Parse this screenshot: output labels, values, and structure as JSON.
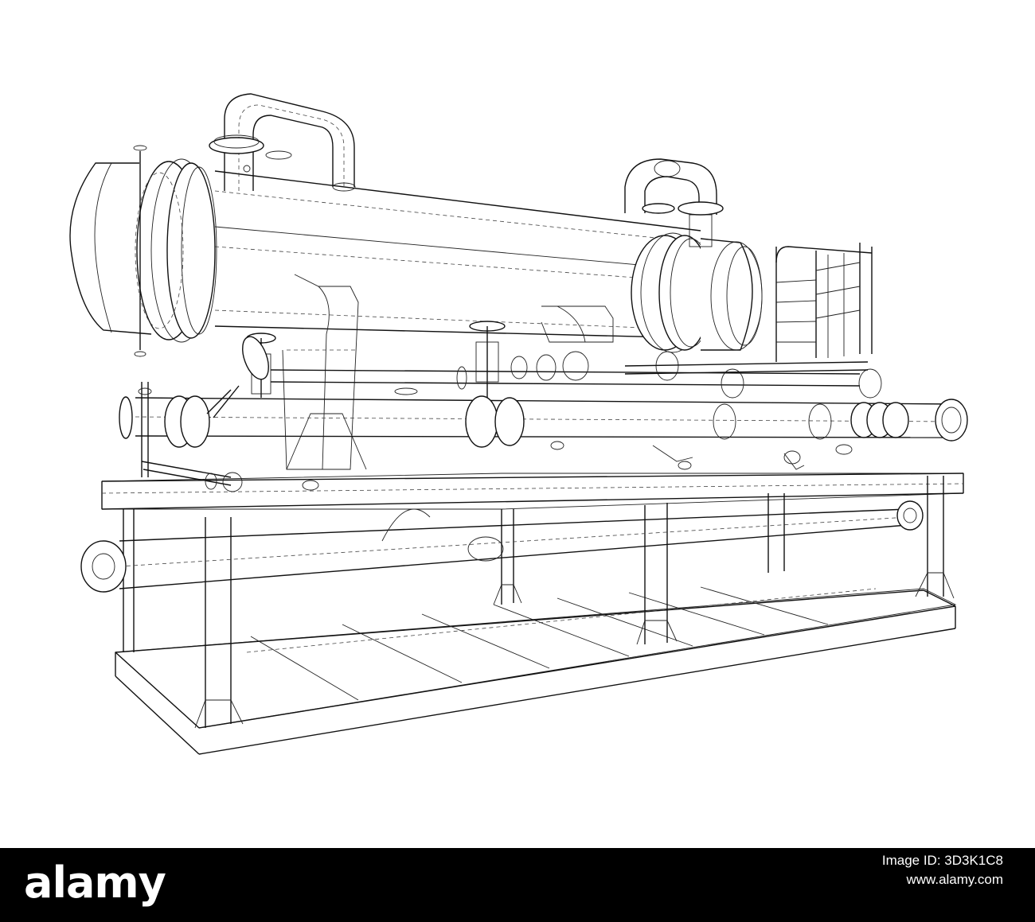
{
  "image": {
    "subject": "heat-exchanger-skid-wireframe",
    "line_color": "#111111",
    "background_color": "#ffffff"
  },
  "watermark": {
    "logo_text": "alamy",
    "image_id": "Image ID: 3D3K1C8",
    "url": "www.alamy.com",
    "bar_color": "#000000",
    "text_color": "#ffffff"
  }
}
